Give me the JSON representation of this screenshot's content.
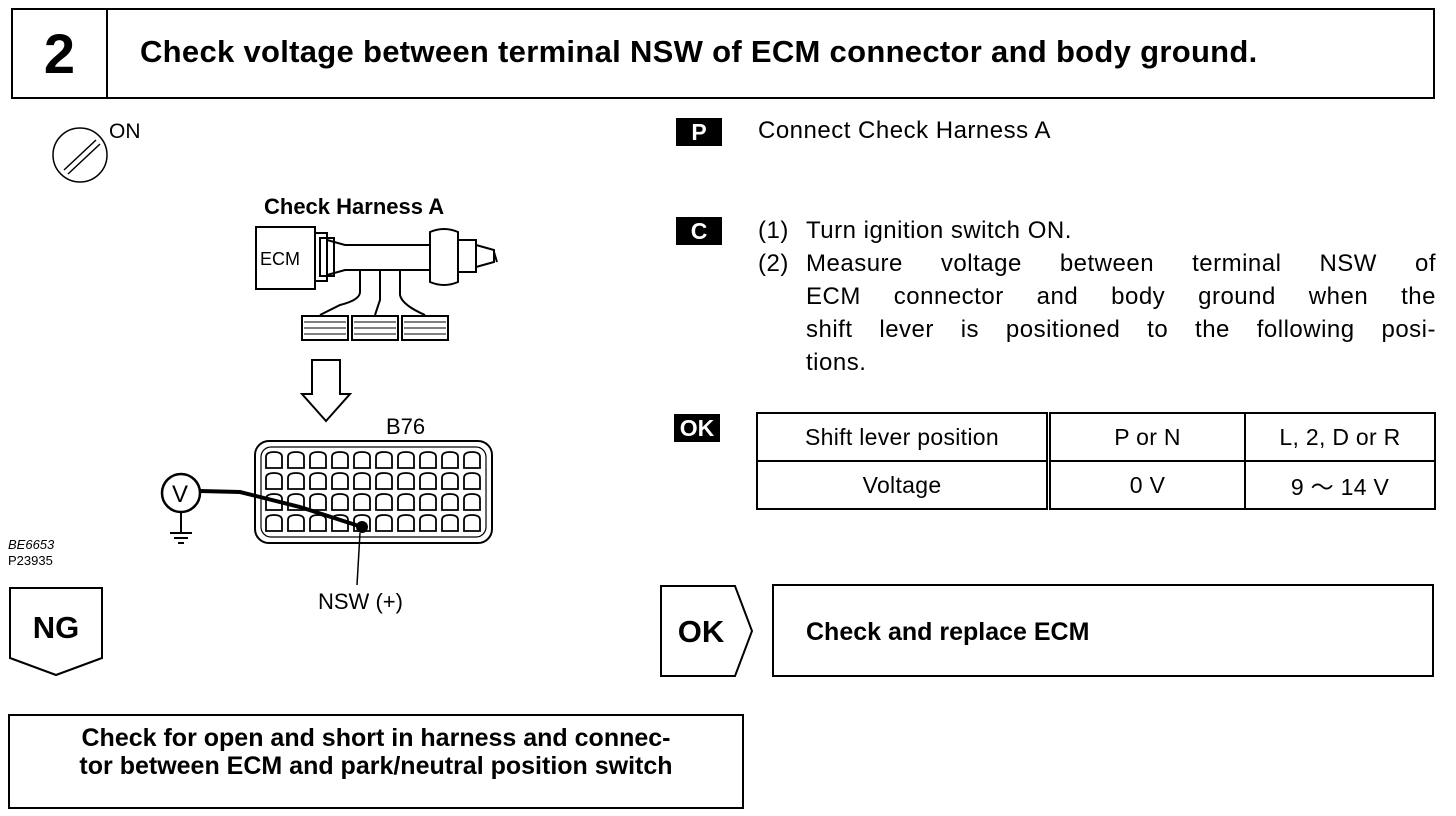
{
  "header": {
    "step_number": "2",
    "title": "Check voltage between terminal NSW of ECM connector and body ground."
  },
  "diagram": {
    "ignition_label": "ON",
    "harness_label": "Check Harness A",
    "ecm_label": "ECM",
    "connector_label": "B76",
    "voltmeter_symbol": "V",
    "terminal_label": "NSW (+)",
    "figure_codes": [
      "BE6653",
      "P23935"
    ]
  },
  "procedure": {
    "prep_tag": "P",
    "prep_text": "Connect Check Harness A",
    "check_tag": "C",
    "steps": [
      {
        "num": "(1)",
        "lines": [
          "Turn ignition switch ON."
        ]
      },
      {
        "num": "(2)",
        "lines": [
          "Measure voltage between terminal NSW of",
          "ECM connector and body ground when the",
          "shift lever is positioned to the following posi-",
          "tions."
        ]
      }
    ]
  },
  "ok_tag": "OK",
  "condition_table": {
    "header": [
      "Shift lever position",
      "P or N",
      "L, 2, D or R"
    ],
    "row": [
      "Voltage",
      "0 V",
      "9 ～ 14 V"
    ]
  },
  "results": {
    "ok_label": "OK",
    "ok_action": "Check and replace ECM",
    "ng_label": "NG",
    "ng_action_lines": [
      "Check for open and short in harness and connec-",
      "tor between ECM and park/neutral position switch"
    ]
  }
}
